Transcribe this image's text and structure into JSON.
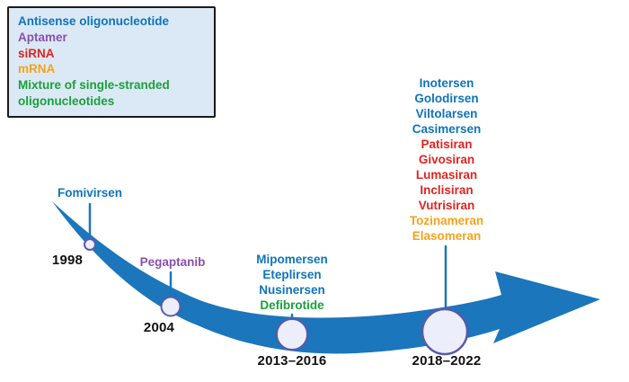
{
  "legend": {
    "items": [
      {
        "label": "Antisense oligonucleotide",
        "color": "#0e74ba"
      },
      {
        "label": "Aptamer",
        "color": "#8a4fb0"
      },
      {
        "label": "siRNA",
        "color": "#e02421"
      },
      {
        "label": "mRNA",
        "color": "#f7a11a"
      },
      {
        "label": "Mixture of single-stranded oligonucleotides",
        "color": "#1ba03b"
      }
    ]
  },
  "colors": {
    "arrow": "#1b76bc",
    "connector": "#1b76bc",
    "node_fill": "#eceffb",
    "node_stroke": "#5b59a9",
    "year_text": "#111111",
    "legend_bg": "#dbe9f6"
  },
  "timeline": {
    "milestones": [
      {
        "year": "1998",
        "drugs": [
          {
            "name": "Fomivirsen",
            "color": "#0e74ba"
          }
        ]
      },
      {
        "year": "2004",
        "drugs": [
          {
            "name": "Pegaptanib",
            "color": "#8a4fb0"
          }
        ]
      },
      {
        "year": "2013–2016",
        "drugs": [
          {
            "name": "Mipomersen",
            "color": "#0e74ba"
          },
          {
            "name": "Eteplirsen",
            "color": "#0e74ba"
          },
          {
            "name": "Nusinersen",
            "color": "#0e74ba"
          },
          {
            "name": "Defibrotide",
            "color": "#1ba03b"
          }
        ]
      },
      {
        "year": "2018–2022",
        "drugs": [
          {
            "name": "Inotersen",
            "color": "#0e74ba"
          },
          {
            "name": "Golodirsen",
            "color": "#0e74ba"
          },
          {
            "name": "Viltolarsen",
            "color": "#0e74ba"
          },
          {
            "name": "Casimersen",
            "color": "#0e74ba"
          },
          {
            "name": "Patisiran",
            "color": "#e02421"
          },
          {
            "name": "Givosiran",
            "color": "#e02421"
          },
          {
            "name": "Lumasiran",
            "color": "#e02421"
          },
          {
            "name": "Inclisiran",
            "color": "#e02421"
          },
          {
            "name": "Vutrisiran",
            "color": "#e02421"
          },
          {
            "name": "Tozinameran",
            "color": "#f7a11a"
          },
          {
            "name": "Elasomeran",
            "color": "#f7a11a"
          }
        ]
      }
    ]
  }
}
